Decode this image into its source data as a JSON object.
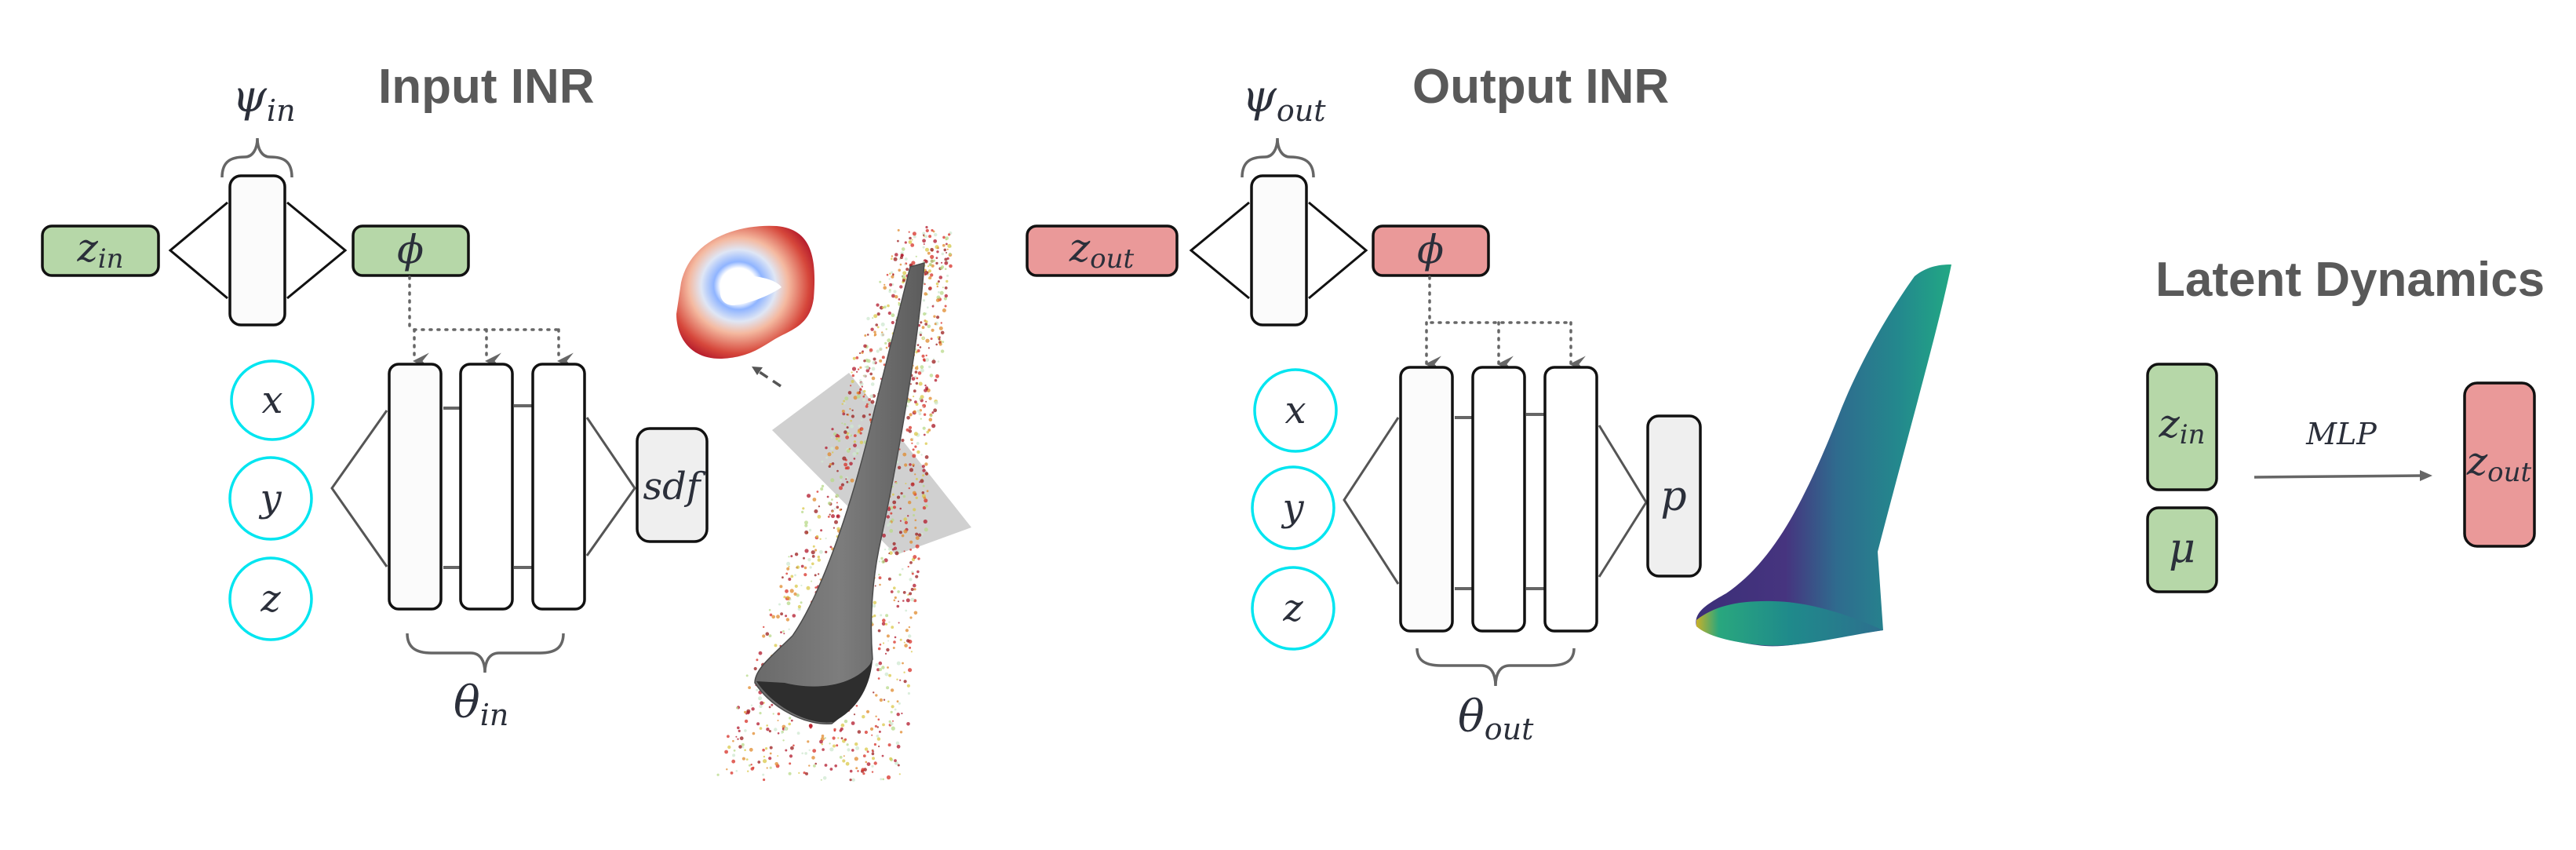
{
  "sections": {
    "input_inr": {
      "title": "Input INR",
      "hypernet_label": "ψ",
      "hypernet_sub": "in",
      "latent_label": "z",
      "latent_sub": "in",
      "modulation_label": "ϕ",
      "coords": [
        "x",
        "y",
        "z"
      ],
      "output_label": "sdf",
      "network_label": "θ",
      "network_sub": "in",
      "visual": "point cloud + gray blade mesh with SDF cross-section slice"
    },
    "output_inr": {
      "title": "Output INR",
      "hypernet_label": "ψ",
      "hypernet_sub": "out",
      "latent_label": "z",
      "latent_sub": "out",
      "modulation_label": "ϕ",
      "coords": [
        "x",
        "y",
        "z"
      ],
      "output_label": "p",
      "network_label": "θ",
      "network_sub": "out",
      "visual": "pressure field on wing surface (viridis colormap)"
    },
    "latent_dynamics": {
      "title": "Latent Dynamics",
      "input_label": "z",
      "input_sub": "in",
      "param_label": "μ",
      "arrow_label": "MLP",
      "output_label": "z",
      "output_sub": "out"
    }
  },
  "colors": {
    "input_latent": "#b6d7a8",
    "output_latent": "#ea9999",
    "coord_circle": "#00e5f0",
    "output_box": "#efefef",
    "title": "#595959",
    "sdf_outer": "#b2182b",
    "sdf_inner": "#8fb4ff"
  }
}
